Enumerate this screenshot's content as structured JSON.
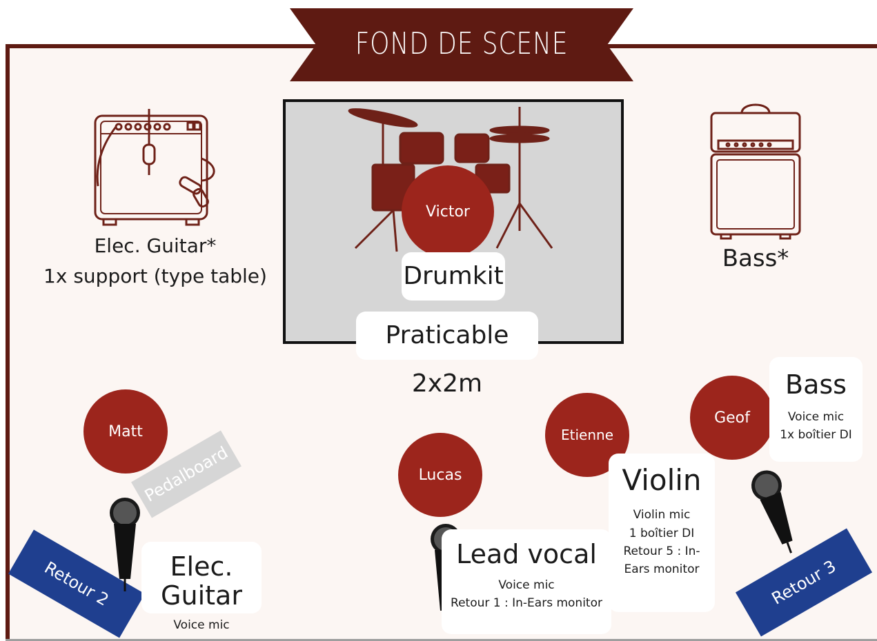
{
  "banner": {
    "title": "FOND DE SCENE"
  },
  "colors": {
    "burgundy": "#5e1a12",
    "circle": "#9c251c",
    "retour": "#1f3f8f",
    "riser": "#d6d6d6",
    "background": "#fcf6f3"
  },
  "amps": {
    "guitar_label": "Elec. Guitar*",
    "guitar_support": "1x support (type table)",
    "bass_label": "Bass*"
  },
  "drums": {
    "player": "Victor",
    "drumkit_label": "Drumkit",
    "riser_label": "Praticable 2x2m"
  },
  "musicians": {
    "matt": "Matt",
    "lucas": "Lucas",
    "etienne": "Etienne",
    "geof": "Geof"
  },
  "pedalboard": "Pedalboard",
  "cards": {
    "guitar": {
      "title": "Elec. Guitar",
      "line1": "Voice mic"
    },
    "lead": {
      "title": "Lead vocal",
      "line1": "Voice mic",
      "line2": "Retour 1 : In-Ears monitor"
    },
    "violin": {
      "title": "Violin",
      "line1": "Violin mic",
      "line2": "1 boîtier DI",
      "line3": "Retour 5 : In-",
      "line4": "Ears monitor"
    },
    "bass": {
      "title": "Bass",
      "line1": "Voice mic",
      "line2": "1x boîtier DI"
    }
  },
  "retours": {
    "left": "Retour 2",
    "right": "Retour 3"
  },
  "icons": [
    "guitar-amp-icon",
    "bass-amp-icon",
    "drumkit-icon",
    "microphone-icon"
  ]
}
